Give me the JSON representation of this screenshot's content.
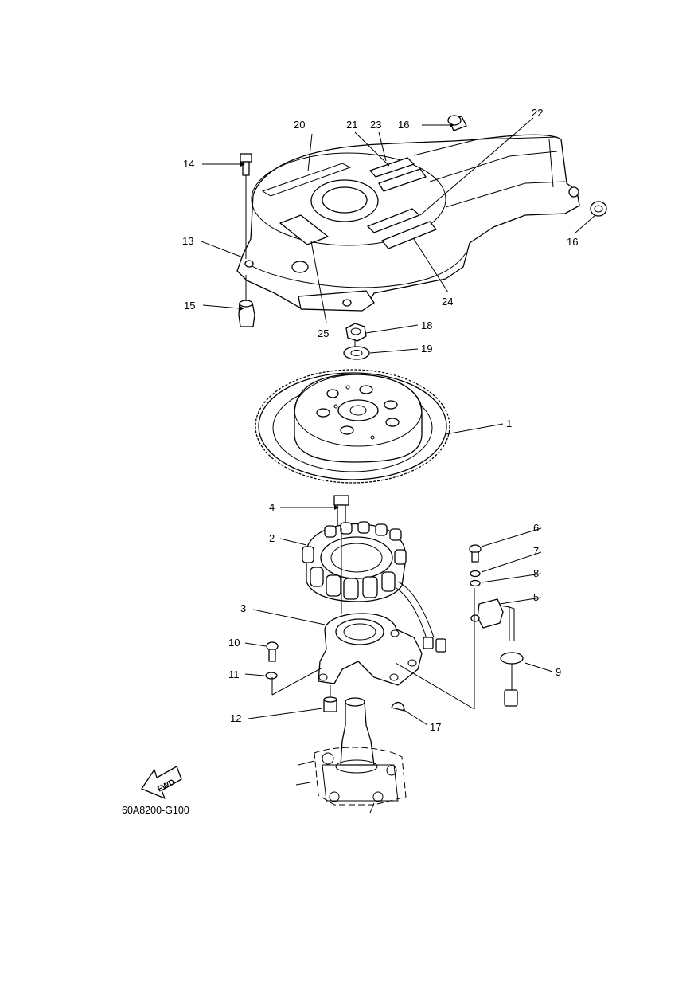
{
  "drawing_code": "60A8200-G100",
  "fwd_label": "FWD",
  "callouts": [
    "1",
    "2",
    "3",
    "4",
    "5",
    "6",
    "7",
    "8",
    "9",
    "10",
    "11",
    "12",
    "13",
    "14",
    "15",
    "16",
    "16",
    "17",
    "18",
    "19",
    "20",
    "21",
    "22",
    "23",
    "24",
    "25"
  ]
}
